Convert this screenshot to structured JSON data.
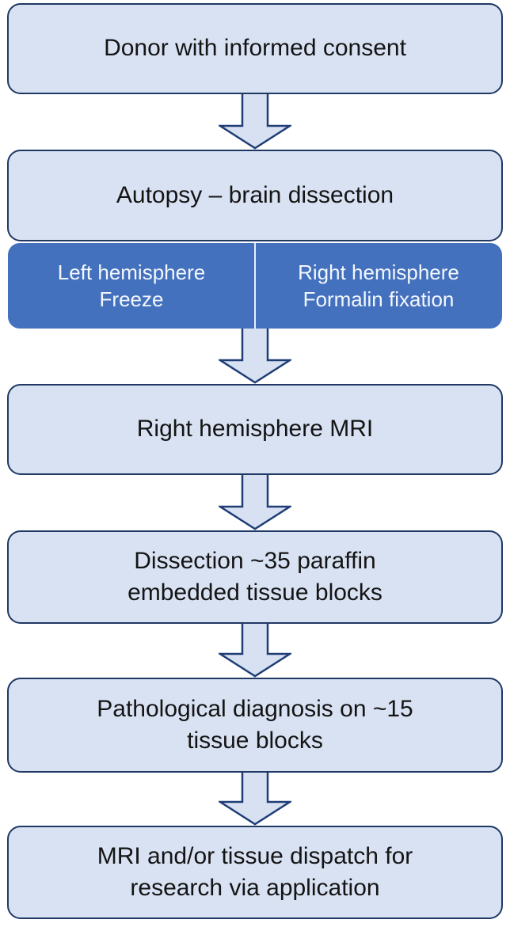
{
  "colors": {
    "box_fill": "#d9e2f3",
    "box_border": "#1f3864",
    "split_fill": "#4471be",
    "split_text": "#f3f7fd",
    "split_divider": "#e9eef8",
    "arrow_fill": "#d8e1f1",
    "arrow_stroke": "#1f3e77",
    "text": "#141414",
    "background": "#ffffff"
  },
  "flowchart": {
    "steps": [
      {
        "label": "Donor with informed consent"
      },
      {
        "label": "Autopsy – brain dissection"
      },
      {
        "label": "Right hemisphere MRI"
      },
      {
        "label": "Dissection ~35 paraffin\nembedded tissue blocks"
      },
      {
        "label": "Pathological diagnosis on ~15\ntissue blocks"
      },
      {
        "label": "MRI and/or tissue dispatch for\nresearch via application"
      }
    ],
    "split_box": {
      "left": {
        "line1": "Left hemisphere",
        "line2": "Freeze"
      },
      "right": {
        "line1": "Right hemisphere",
        "line2": "Formalin fixation"
      }
    }
  }
}
